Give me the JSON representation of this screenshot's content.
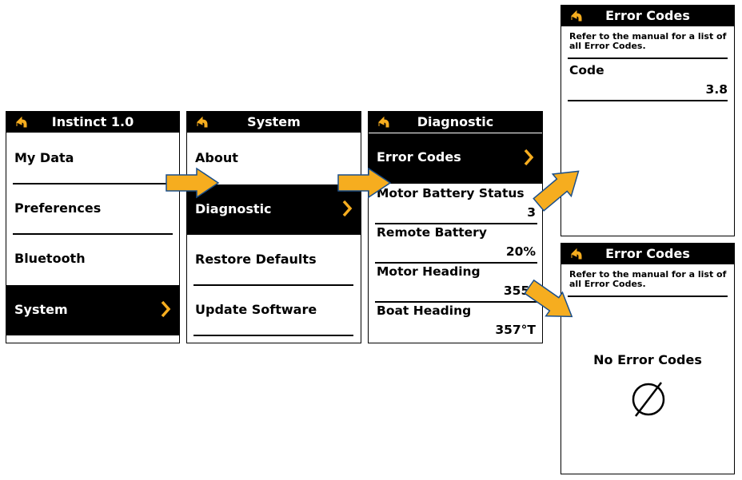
{
  "colors": {
    "accent": "#f6ad1f",
    "outline": "#1a4f8b",
    "bar": "#000000",
    "text_on_bar": "#ffffff"
  },
  "icons": {
    "back": "back-arrow-icon",
    "chevron": "chevron-right-icon",
    "no_errors": "empty-set-icon",
    "flow": "flow-arrow-icon"
  },
  "screen1": {
    "title": "Instinct 1.0",
    "items": [
      {
        "label": "My Data"
      },
      {
        "label": "Preferences"
      },
      {
        "label": "Bluetooth"
      },
      {
        "label": "System",
        "selected": true
      }
    ]
  },
  "screen2": {
    "title": "System",
    "items": [
      {
        "label": "About"
      },
      {
        "label": "Diagnostic",
        "selected": true
      },
      {
        "label": "Restore Defaults"
      },
      {
        "label": "Update Software"
      }
    ]
  },
  "screen3": {
    "title": "Diagnostic",
    "selected": {
      "label": "Error Codes"
    },
    "rows": [
      {
        "label": "Motor Battery Status",
        "value": "3"
      },
      {
        "label": "Remote Battery",
        "value": "20%"
      },
      {
        "label": "Motor Heading",
        "value": "355°"
      },
      {
        "label": "Boat Heading",
        "value": "357°T"
      }
    ]
  },
  "screen4": {
    "title": "Error Codes",
    "note": "Refer to the manual for a list of all Error Codes.",
    "code_label": "Code",
    "code_value": "3.8"
  },
  "screen5": {
    "title": "Error Codes",
    "note": "Refer to the manual for a list of all Error Codes.",
    "empty_label": "No Error Codes"
  }
}
